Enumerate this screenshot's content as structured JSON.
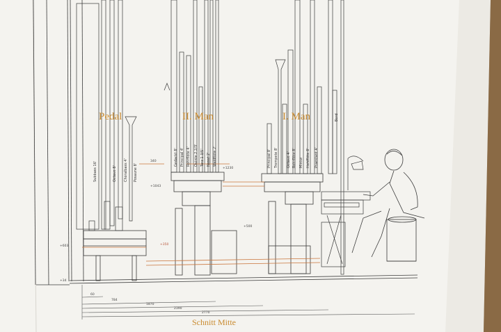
{
  "drawing": {
    "caption": "Schnitt Mitte",
    "sections": [
      {
        "id": "pedal",
        "label": "Pedal"
      },
      {
        "id": "man2",
        "label": "II. Man"
      },
      {
        "id": "man1",
        "label": "I. Man"
      }
    ],
    "pedal_stops": [
      "Subbass 16'",
      "Octave 8'",
      "Choralbass 4'",
      "Posaune 8'"
    ],
    "man2_stops": [
      "Gedackt 8'",
      "Principal 4'",
      "Rohrflöte 4'",
      "Quinte 2 2/3'",
      "Terz 1 3/5'",
      "Nasat 2'",
      "Waldflöte 2'"
    ],
    "man1_stops": [
      "Principal 8'",
      "Trompete 8'",
      "Octave 4'",
      "Rohrflöte 8'",
      "Mixtur",
      "Hohlflöte 8'",
      "Praestant 4'",
      "Bord"
    ],
    "dimensions": {
      "d1": "340",
      "d2": "+1230",
      "d3": "+1043",
      "d4": "+350",
      "d5": "+500",
      "d6": "+603",
      "d7": "+34",
      "d8": "60",
      "d9": "784",
      "d10": "1870",
      "d11": "2390",
      "d12": "2770"
    },
    "colors": {
      "label": "#c98a2e",
      "paper": "#f3f2ee",
      "line": "#3a3a3a",
      "accent_line": "#c9743a"
    }
  }
}
